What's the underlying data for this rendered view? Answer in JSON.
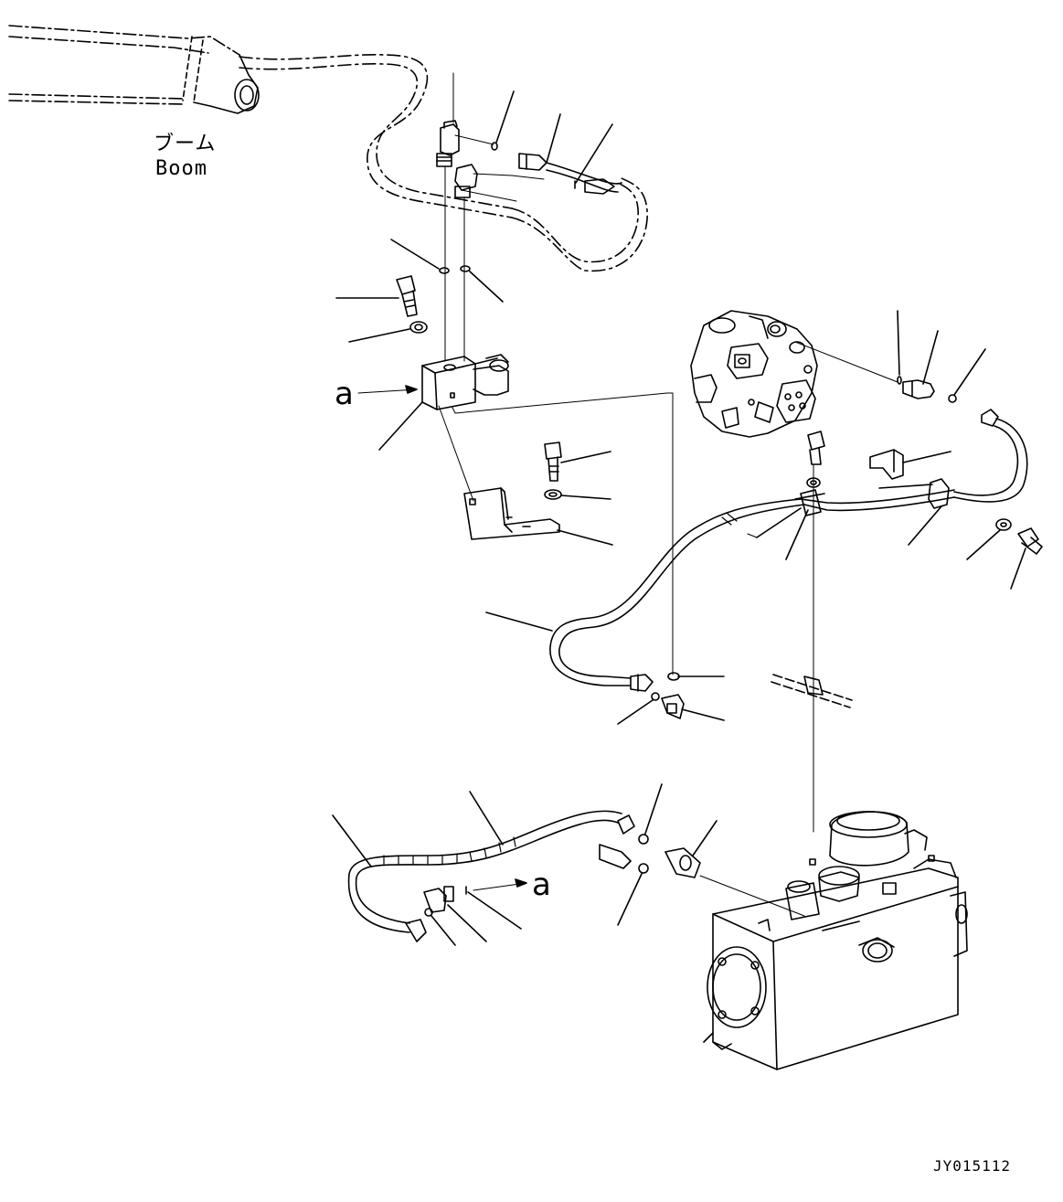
{
  "labels": {
    "boom_jp": "ブーム",
    "boom_en": "Boom",
    "view_marker_upper": "a",
    "view_marker_lower": "a",
    "drawing_code": "JY015112"
  },
  "colors": {
    "line": "#000000",
    "background": "#ffffff"
  }
}
